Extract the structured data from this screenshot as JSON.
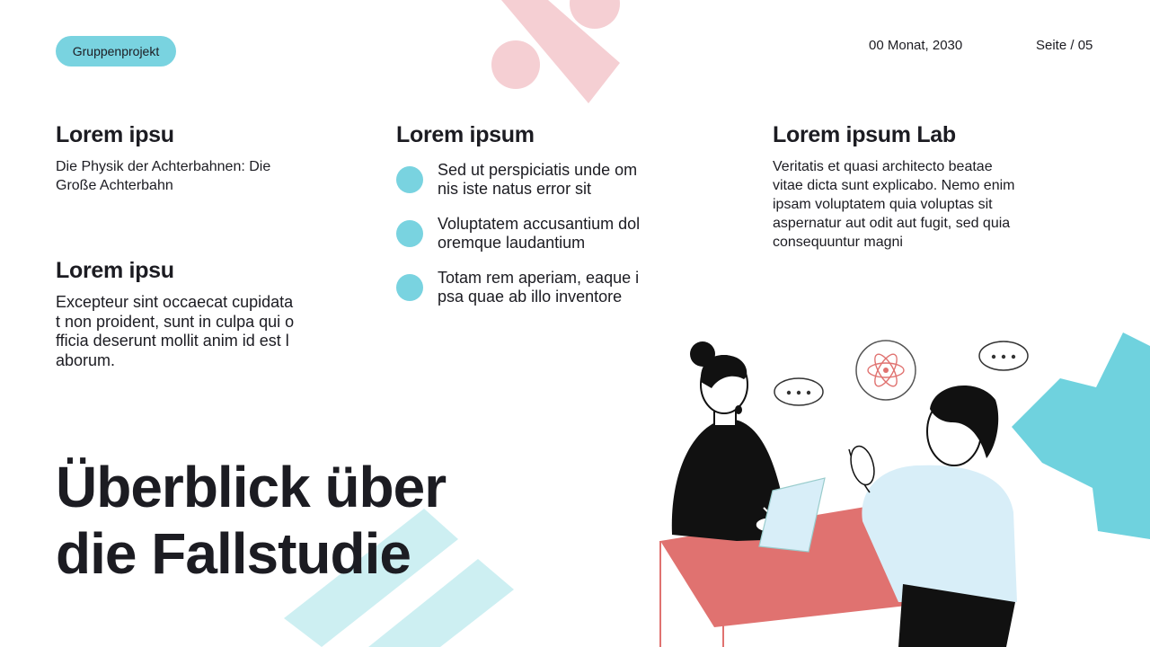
{
  "header": {
    "tag": "Gruppenprojekt",
    "date": "00 Monat, 2030",
    "page": "Seite / 05"
  },
  "left_top": {
    "title": "Lorem ipsu",
    "lines": [
      "Die Physik der Achterbahnen: Die",
      "Große Achterbahn"
    ]
  },
  "left_bottom": {
    "title": "Lorem ipsu",
    "lines": [
      "Excepteur sint occaecat cupidata",
      "t non proident, sunt in culpa qui o",
      "fficia deserunt mollit anim id est l",
      "aborum."
    ]
  },
  "middle": {
    "title": "Lorem ipsum",
    "bullets": [
      {
        "line1": "Sed ut perspiciatis unde om",
        "line2": "nis iste natus error sit"
      },
      {
        "line1": "Voluptatem accusantium dol",
        "line2": "oremque laudantium"
      },
      {
        "line1": "Totam rem aperiam, eaque i",
        "line2": "psa quae ab illo inventore"
      }
    ]
  },
  "right": {
    "title": "Lorem ipsum Lab",
    "lines": [
      "Veritatis et quasi architecto beatae",
      "vitae dicta sunt explicabo. Nemo enim",
      "ipsam voluptatem quia voluptas sit",
      "aspernatur aut odit aut fugit, sed quia",
      "consequuntur magni"
    ]
  },
  "main_title": {
    "line1": "Überblick über",
    "line2": "die Fallstudie"
  },
  "colors": {
    "accent_cyan": "#79d3e0",
    "accent_pink": "#f4c9cd",
    "desk": "#e07270",
    "shirt_light": "#d8eef8"
  }
}
